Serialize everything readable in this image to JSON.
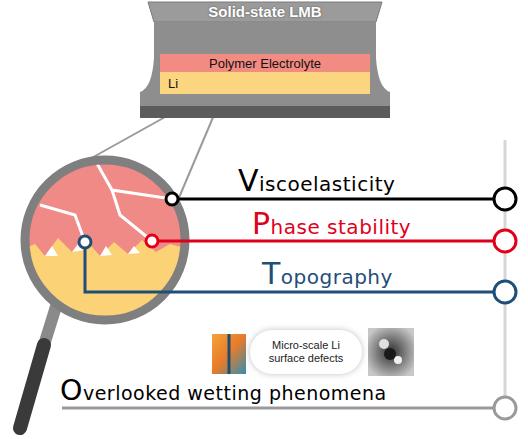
{
  "diagram": {
    "nodes": [
      {
        "text": [
          "Solid-state LMB"
        ]
      },
      {
        "text": [
          "Polymer Electrolyte"
        ],
        "in": 0
      },
      {
        "text": [
          "Li"
        ],
        "in": 0
      },
      {
        "text": [
          "Micro-scale Li surface defects"
        ]
      }
    ],
    "labels": [
      "Viscoelasticity",
      "Phase stability",
      "Topography",
      "Overlooked wetting phenomena"
    ]
  }
}
